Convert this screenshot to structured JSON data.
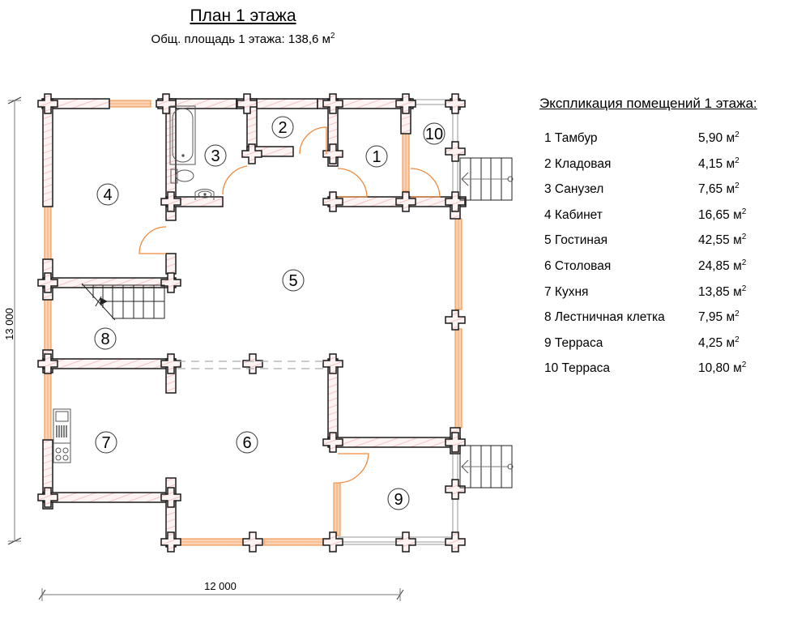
{
  "title": "План 1 этажа",
  "subtitle": {
    "text": "Общ. площадь 1 этажа: 138,6 м",
    "sup": "2"
  },
  "dimensions": {
    "width_label": "12 000",
    "height_label": "13 000"
  },
  "colors": {
    "wall_outline": "#1a1a1a",
    "wall_fill": "#fbecec",
    "window": "#f08a3c",
    "window_fill": "#fbd3b4",
    "door": "#f08a3c",
    "terrace_rail": "#9a9a9a",
    "dim_line": "#777777"
  },
  "room_markers": [
    "1",
    "2",
    "3",
    "4",
    "5",
    "6",
    "7",
    "8",
    "9",
    "10"
  ],
  "legend": {
    "title": "Экспликация помещений 1 этажа:",
    "unit": "м",
    "unit_sup": "2",
    "rooms": [
      {
        "name": "1 Тамбур",
        "area": "5,90"
      },
      {
        "name": "2 Кладовая",
        "area": "4,15"
      },
      {
        "name": "3 Санузел",
        "area": "7,65"
      },
      {
        "name": "4 Кабинет",
        "area": "16,65"
      },
      {
        "name": "5 Гостиная",
        "area": "42,55"
      },
      {
        "name": "6 Столовая",
        "area": "24,85"
      },
      {
        "name": "7 Кухня",
        "area": "13,85"
      },
      {
        "name": "8 Лестничная клетка",
        "area": "7,95"
      },
      {
        "name": "9 Терраса",
        "area": " 4,25"
      },
      {
        "name": "10 Терраса",
        "area": "10,80"
      }
    ]
  }
}
